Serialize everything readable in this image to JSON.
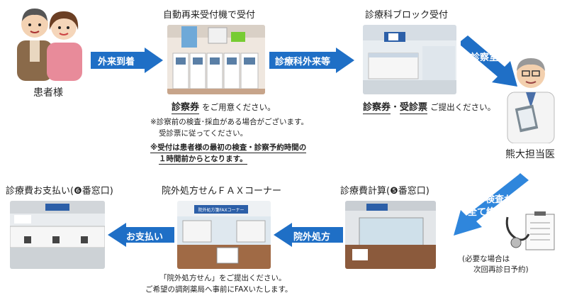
{
  "colors": {
    "arrow": "#1f6fc6",
    "arrow_light": "#2f86dc"
  },
  "step_patient": {
    "label": "患者様"
  },
  "arrow_arrival": {
    "label": "外来到着"
  },
  "step_kiosk": {
    "title": "自動再来受付機で受付",
    "line1_bold": "診察券",
    "line1_rest": "をご用意ください。",
    "note1": "※診察前の検査･採血がある場合がございます。",
    "note2": "受診票に従ってください。",
    "note3": "※受付は患者様の最初の検査・診察予約時間の",
    "note4": "１時間前からとなります。"
  },
  "arrow_department": {
    "label": "診療科外来等"
  },
  "step_block": {
    "title": "診療科ブロック受付",
    "bold1": "診察券",
    "sep": "・",
    "bold2": "受診票",
    "rest": "ご提出ください。"
  },
  "arrow_exam_room": {
    "label": "診察室"
  },
  "step_doctor": {
    "label": "熊大担当医"
  },
  "arrow_done": {
    "line1": "診察や検査が",
    "line2": "全て終了"
  },
  "note_next": {
    "line1": "(必要な場合は",
    "line2": "次回再診日予約)"
  },
  "step_calc": {
    "title": "診療費計算(❺番窓口)"
  },
  "arrow_prescription": {
    "label": "院外処方"
  },
  "step_fax": {
    "title": "院外処方せんＦＡＸコーナー",
    "note1": "「院外処方せん」をご提出ください。",
    "note2": "ご希望の調剤薬局へ事前にFAXいたします。",
    "sign_text": "院外処方箋FAXコーナー"
  },
  "arrow_pay": {
    "label": "お支払い"
  },
  "step_pay": {
    "title": "診療費お支払い(❻番窓口)"
  }
}
